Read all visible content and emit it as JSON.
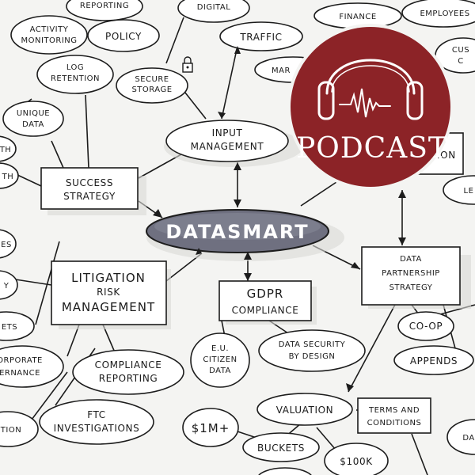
{
  "hub": {
    "label": "DATASMART",
    "color": "#6f7080"
  },
  "podcast": {
    "label": "PODCAST",
    "color": "#8c2327"
  },
  "boxes": {
    "success_strategy": [
      "SUCCESS",
      "STRATEGY"
    ],
    "litigation": [
      "LITIGATION",
      "RISK",
      "MANAGEMENT"
    ],
    "gdpr": [
      "GDPR",
      "COMPLIANCE"
    ],
    "data_partnership": [
      "DATA",
      "PARTNERSHIP",
      "STRATEGY"
    ],
    "terms": [
      "TERMS AND",
      "CONDITIONS"
    ],
    "partial_right": "ATION"
  },
  "ovals": {
    "reporting": "REPORTING",
    "digital": "DIGITAL",
    "finance": "FINANCE",
    "employees": "EMPLOYEES",
    "activity_monitoring": [
      "ACTIVITY",
      "MONITORING"
    ],
    "policy": "POLICY",
    "traffic": "TRAFFIC",
    "log_retention": [
      "LOG",
      "RETENTION"
    ],
    "secure_storage": [
      "SECURE",
      "STORAGE"
    ],
    "marketing_partial": "MAR",
    "customer_partial": [
      "CUS",
      "C"
    ],
    "unique_data": [
      "UNIQUE",
      "DATA"
    ],
    "input_management": [
      "INPUT",
      "MANAGEMENT"
    ],
    "compliance_reporting": [
      "COMPLIANCE",
      "REPORTING"
    ],
    "corporate_governance": [
      "ORPORATE",
      "ERNANCE"
    ],
    "eu_citizen": [
      "E.U.",
      "CITIZEN",
      "DATA"
    ],
    "data_security": [
      "DATA SECURITY",
      "BY DESIGN"
    ],
    "coop": "CO-OP",
    "appends": "APPENDS",
    "valuation": "VALUATION",
    "ftc": [
      "FTC",
      "INVESTIGATIONS"
    ],
    "one_m": "$1M+",
    "buckets": "BUCKETS",
    "hundred_k": "$100K",
    "left_partial_1": "TH",
    "left_partial_2": "TH",
    "left_partial_3": "ES",
    "left_partial_4": "Y",
    "left_partial_5": "ETS",
    "left_partial_6": "TION",
    "right_partial_1": "LE",
    "right_partial_2": "DA"
  }
}
